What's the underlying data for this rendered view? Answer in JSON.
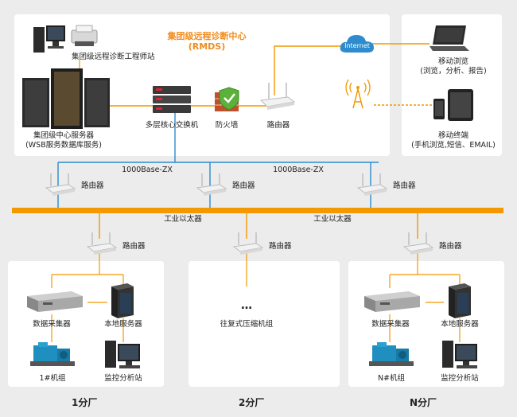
{
  "rmds": {
    "title": "集团级远程诊断中心",
    "subtitle": "(RMDS)"
  },
  "hq": {
    "engineer_station": "集团级远程诊断工程师站",
    "server_line1": "集团级中心服务器",
    "server_line2": "(WSB服务数据库服务)",
    "core_switch": "多层核心交换机",
    "firewall": "防火墙",
    "router": "路由器"
  },
  "remote": {
    "internet": "Internet",
    "mobile_browse_line1": "移动浏览",
    "mobile_browse_line2": "(浏览，分析、报告)",
    "mobile_terminal_line1": "移动终端",
    "mobile_terminal_line2": "(手机浏览,短信、EMAIL)"
  },
  "backbone": {
    "link_left": "1000Base-ZX",
    "link_right": "1000Base-ZX",
    "router_label": "路由器",
    "ethernet_left": "工业以太器",
    "ethernet_right": "工业以太器"
  },
  "branches": [
    {
      "name": "1分厂",
      "router": "路由器",
      "collector": "数据采集器",
      "server": "本地服务器",
      "generator": "1#机组",
      "station": "监控分析站"
    },
    {
      "name": "2分厂",
      "router": "路由器",
      "ellipsis": "…",
      "unit": "往复式压缩机组"
    },
    {
      "name": "N分厂",
      "router": "路由器",
      "collector": "数据采集器",
      "server": "本地服务器",
      "generator": "N#机组",
      "station": "监控分析站"
    }
  ],
  "colors": {
    "orange": "#f39800",
    "blue": "#2d8ccd",
    "panel": "#ffffff",
    "background": "#ececec"
  }
}
